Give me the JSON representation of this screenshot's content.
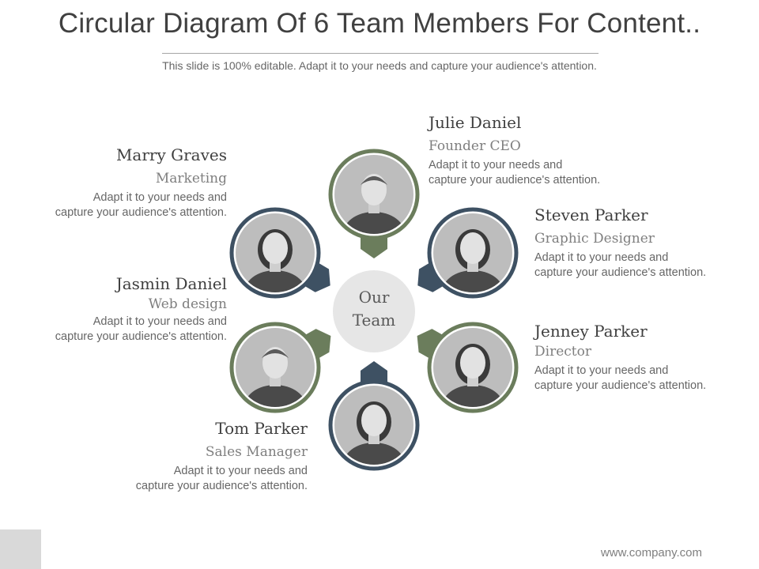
{
  "slide": {
    "title": "Circular Diagram Of 6 Team Members For Content..",
    "subtitle": "This slide is 100% editable. Adapt it to your needs and capture your audience's attention.",
    "footer": "www.company.com"
  },
  "center": {
    "line1": "Our",
    "line2": "Team"
  },
  "colors": {
    "green": "#6b7d5c",
    "blue": "#3e5163",
    "center": "#e6e6e6",
    "photo_bg": "#bdbdbd"
  },
  "members": [
    {
      "name": "Julie Daniel",
      "role": "Founder CEO",
      "desc1": "Adapt it to your needs and",
      "desc2": "capture your audience's attention.",
      "ring": "green",
      "icon": "man-photo"
    },
    {
      "name": "Steven Parker",
      "role": "Graphic Designer",
      "desc1": "Adapt it to your needs and",
      "desc2": "capture your audience's attention.",
      "ring": "blue",
      "icon": "woman-photo"
    },
    {
      "name": "Jenney Parker",
      "role": "Director",
      "desc1": "Adapt it to your needs and",
      "desc2": "capture your audience's attention.",
      "ring": "green",
      "icon": "woman-photo"
    },
    {
      "name": "Tom Parker",
      "role": "Sales Manager",
      "desc1": "Adapt it to your needs and",
      "desc2": "capture your audience's attention.",
      "ring": "blue",
      "icon": "woman-photo"
    },
    {
      "name": "Jasmin Daniel",
      "role": "Web design",
      "desc1": "Adapt it to your needs and",
      "desc2": "capture your audience's attention.",
      "ring": "green",
      "icon": "man-photo"
    },
    {
      "name": "Marry Graves",
      "role": "Marketing",
      "desc1": "Adapt it to your needs and",
      "desc2": "capture your audience's attention.",
      "ring": "blue",
      "icon": "woman-photo"
    }
  ]
}
